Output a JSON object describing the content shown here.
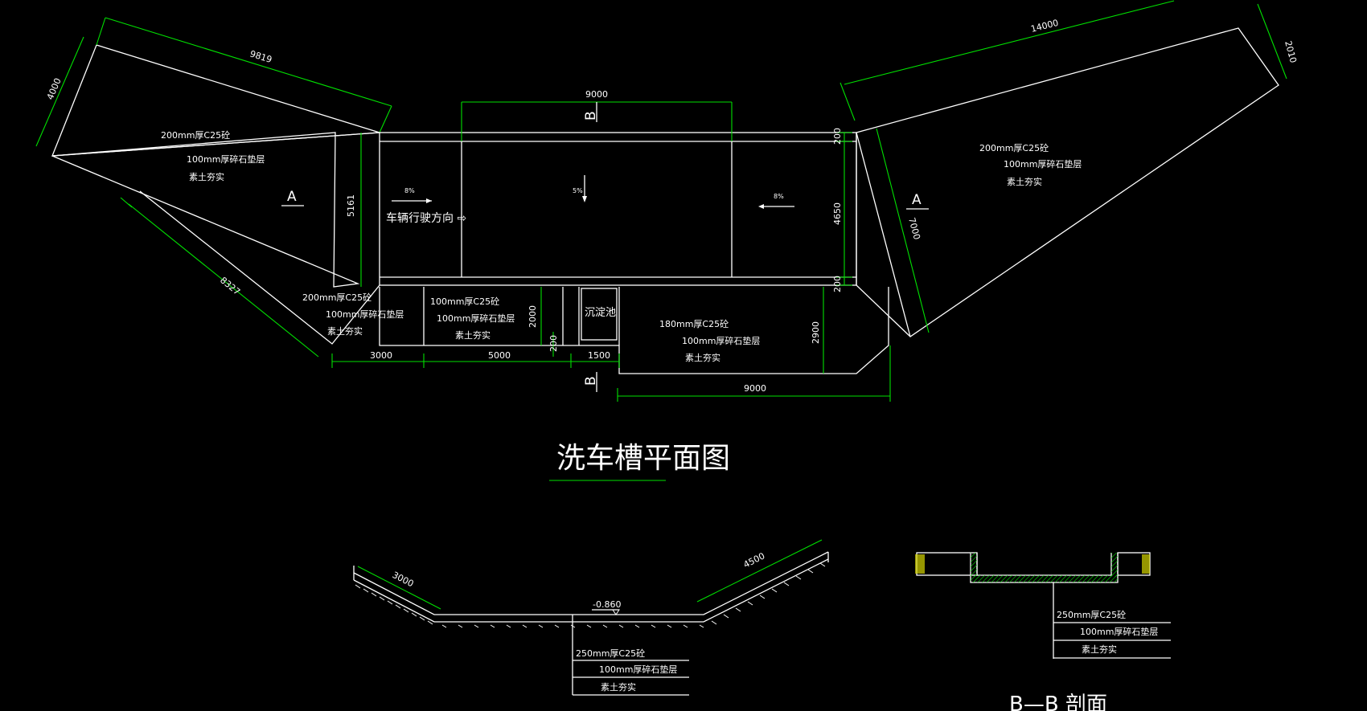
{
  "plan": {
    "title": "洗车槽平面图",
    "dims": {
      "top_left_long": "9819",
      "top_left_short": "4000",
      "left_bottom": "8327",
      "left_height": "5161",
      "center_top": "9000",
      "right_top": "14000",
      "right_short": "2010",
      "right_diag": "7000",
      "right_height": "4650",
      "right_top_small": "200",
      "right_bottom_small": "200",
      "lower_height": "2000",
      "lower_small": "200",
      "seg_3000": "3000",
      "seg_5000": "5000",
      "seg_1500": "1500",
      "bottom_9000": "9000",
      "right_2900": "2900"
    },
    "labels": {
      "section_a": "A",
      "section_b": "B",
      "direction": "车辆行驶方向 ⇨",
      "slope_left": "8%",
      "slope_right": "8%",
      "slope_center": "5%",
      "sediment_tank": "沉淀池"
    },
    "layers_left": [
      "200mm厚C25砼",
      "100mm厚碎石垫层",
      "素土夯实"
    ],
    "layers_right": [
      "200mm厚C25砼",
      "100mm厚碎石垫层",
      "素土夯实"
    ],
    "layers_bottom_left": [
      "200mm厚C25砼",
      "100mm厚碎石垫层",
      "素土夯实"
    ],
    "layers_bottom_mid": [
      "100mm厚C25砼",
      "100mm厚碎石垫层",
      "素土夯实"
    ],
    "layers_bottom_right": [
      "180mm厚C25砼",
      "100mm厚碎石垫层",
      "素土夯实"
    ]
  },
  "section_a": {
    "dim_left": "3000",
    "dim_right": "4500",
    "elevation": "-0.860",
    "layers": [
      "250mm厚C25砼",
      "100mm厚碎石垫层",
      "素土夯实"
    ]
  },
  "section_b": {
    "title": "B—B 剖面",
    "layers": [
      "250mm厚C25砼",
      "100mm厚碎石垫层",
      "素土夯实"
    ]
  }
}
